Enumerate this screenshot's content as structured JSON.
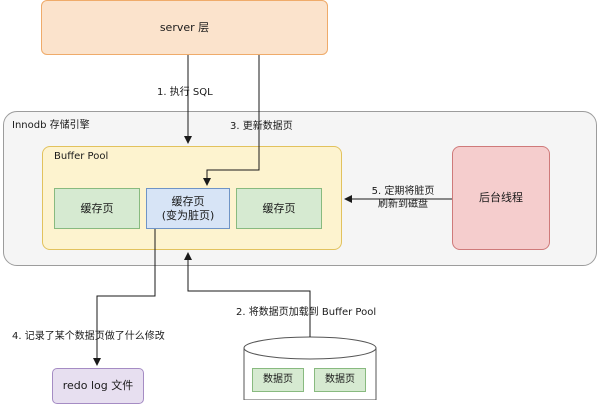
{
  "server": {
    "label": "server 层"
  },
  "innodb": {
    "label": "Innodb 存储引擎"
  },
  "buffer_pool": {
    "label": "Buffer Pool",
    "pages": [
      "缓存页",
      "缓存页",
      "缓存页"
    ],
    "dirty_note": "(变为脏页)"
  },
  "background_thread": {
    "label": "后台线程"
  },
  "redo_log": {
    "label": "redo log 文件"
  },
  "disk": {
    "pages": [
      "数据页",
      "数据页"
    ]
  },
  "steps": {
    "s1": "1. 执行 SQL",
    "s2": "2. 将数据页加载到 Buffer Pool",
    "s3": "3. 更新数据页",
    "s4": "4. 记录了某个数据页做了什么修改",
    "s5_line1": "5. 定期将脏页",
    "s5_line2": "刷新到磁盘"
  },
  "colors": {
    "server_fill": "#fbe3cc",
    "buffer_pool_fill": "#fdf3cf",
    "cache_page_fill": "#d6ead1",
    "dirty_page_fill": "#d7e4f6",
    "background_thread_fill": "#f5cdcd",
    "redo_log_fill": "#e7dff0"
  }
}
